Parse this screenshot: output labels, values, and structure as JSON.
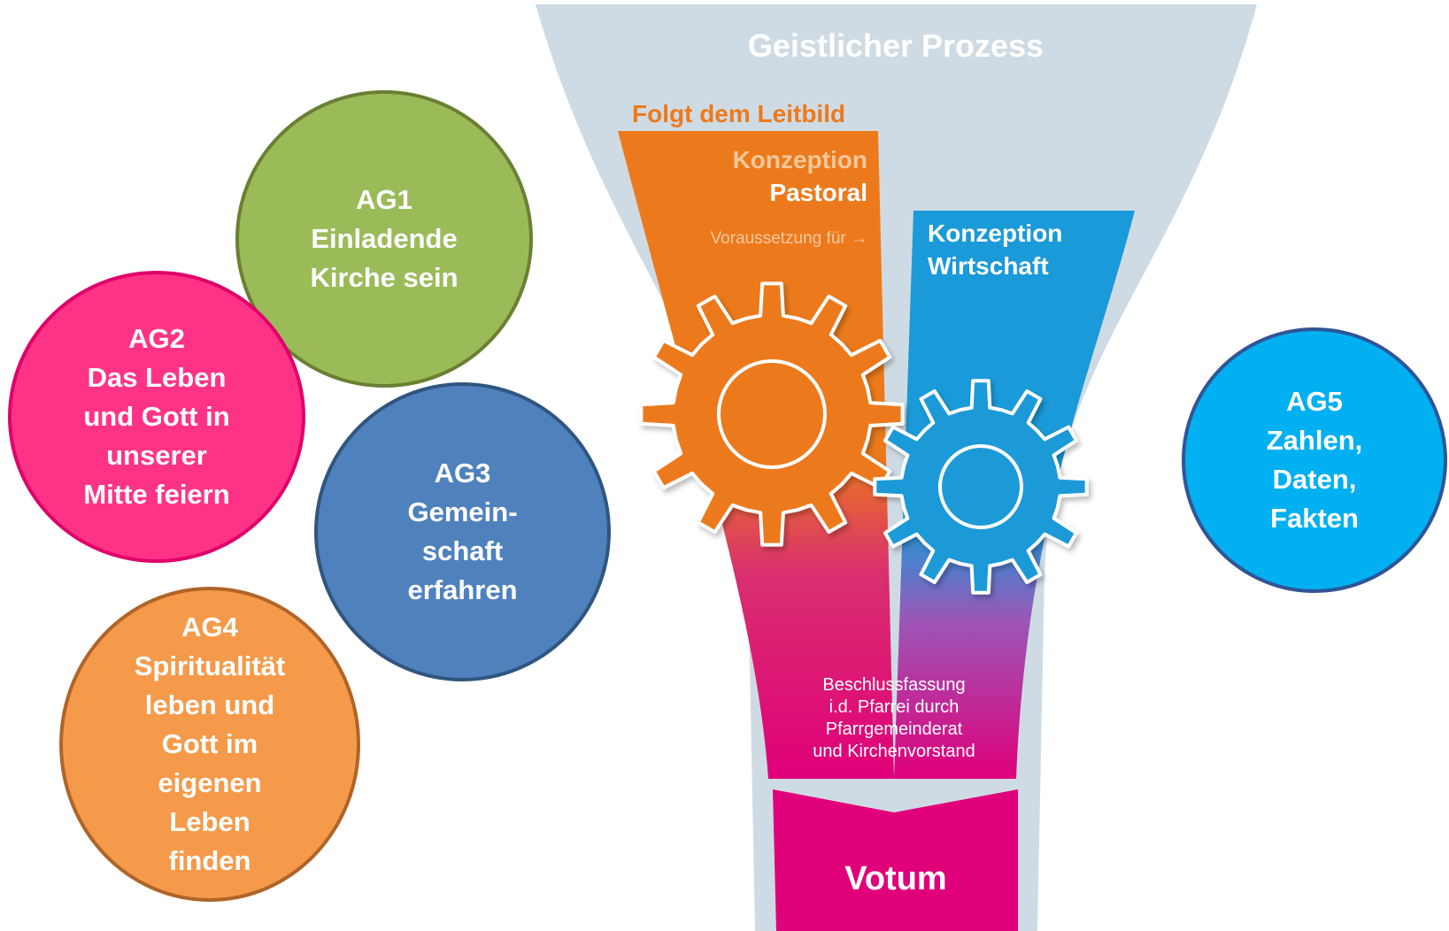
{
  "colors": {
    "funnel_bg": "#cfdbe4",
    "pastoral": "#ec7a1c",
    "wirtschaft": "#1a9ad8",
    "votum": "#e0007a",
    "ag1_fill": "#9bbb59",
    "ag1_border": "#6b7f33",
    "ag2_fill": "#ff3385",
    "ag2_border": "#e0006a",
    "ag3_fill": "#4f81bd",
    "ag3_border": "#30557f",
    "ag4_fill": "#f59a4a",
    "ag4_border": "#b06428",
    "ag5_fill": "#00b0f0",
    "ag5_border": "#2f5597"
  },
  "funnel": {
    "title": "Geistlicher Prozess",
    "leitbild": "Folgt dem Leitbild",
    "pastoral": {
      "line1": "Konzeption",
      "line2": "Pastoral",
      "note": "Voraussetzung für →"
    },
    "wirtschaft": {
      "line1": "Konzeption",
      "line2": "Wirtschaft"
    },
    "beschluss": [
      "Beschlussfassung",
      "i.d. Pfarrei durch",
      "Pfarrgemeinderat",
      "und Kirchenvorstand"
    ],
    "votum": "Votum"
  },
  "gears": [
    "gear-icon",
    "gear-icon"
  ],
  "groups": [
    {
      "id": "ag1",
      "lines": [
        "AG1",
        "Einladende",
        "Kirche sein"
      ]
    },
    {
      "id": "ag2",
      "lines": [
        "AG2",
        "Das Leben",
        "und Gott in",
        "unserer",
        "Mitte feiern"
      ]
    },
    {
      "id": "ag3",
      "lines": [
        "AG3",
        "Gemein-",
        "schaft",
        "erfahren"
      ]
    },
    {
      "id": "ag4",
      "lines": [
        "AG4",
        "Spiritualität",
        "leben und",
        "Gott im",
        "eigenen",
        "Leben",
        "finden"
      ]
    },
    {
      "id": "ag5",
      "lines": [
        "AG5",
        "Zahlen,",
        "Daten,",
        "Fakten"
      ]
    }
  ]
}
